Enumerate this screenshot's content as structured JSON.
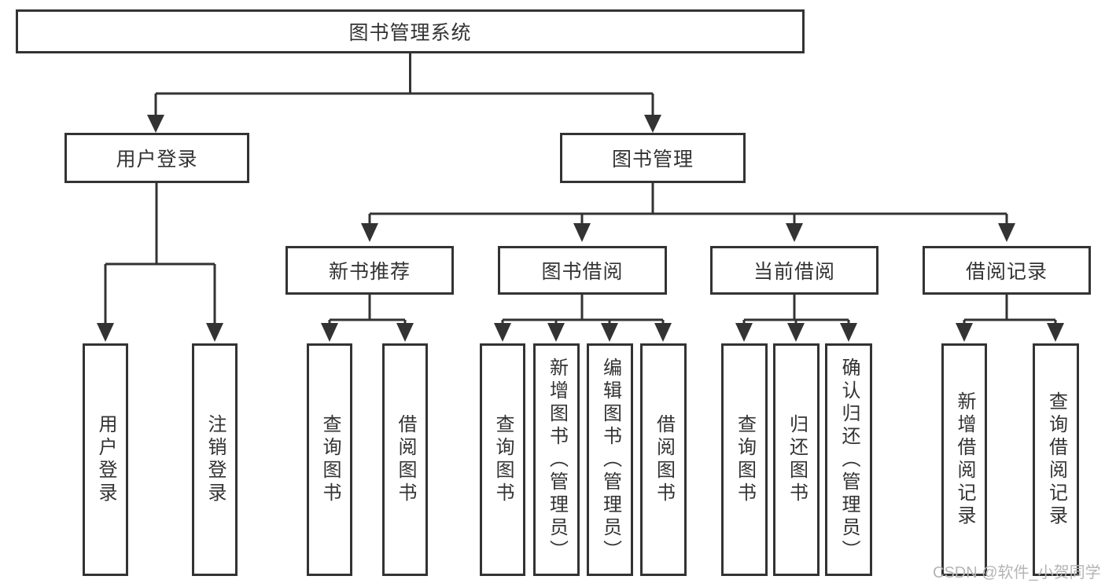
{
  "title": "图书管理系统",
  "modules": [
    {
      "label": "用户登录",
      "children": [
        {
          "label": "用户登录"
        },
        {
          "label": "注销登录"
        }
      ]
    },
    {
      "label": "图书管理",
      "children": [
        {
          "label": "新书推荐",
          "children": [
            {
              "label": "查询图书"
            },
            {
              "label": "借阅图书"
            }
          ]
        },
        {
          "label": "图书借阅",
          "children": [
            {
              "label": "查询图书"
            },
            {
              "label": "新增图书（管理员）"
            },
            {
              "label": "编辑图书（管理员）"
            },
            {
              "label": "借阅图书"
            }
          ]
        },
        {
          "label": "当前借阅",
          "children": [
            {
              "label": "查询图书"
            },
            {
              "label": "归还图书"
            },
            {
              "label": "确认归还（管理员）"
            }
          ]
        },
        {
          "label": "借阅记录",
          "children": [
            {
              "label": "新增借阅记录"
            },
            {
              "label": "查询借阅记录"
            }
          ]
        }
      ]
    }
  ],
  "watermark": "CSDN @软件_小贺同学",
  "colors": {
    "line": "#333333",
    "box_background": "#ffffff",
    "text": "#333333",
    "watermark": "#b5b5b5"
  }
}
